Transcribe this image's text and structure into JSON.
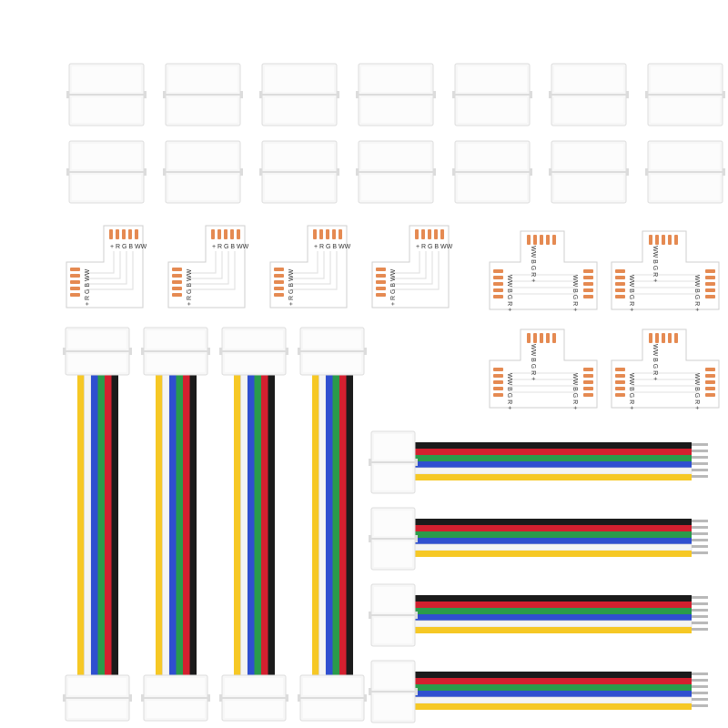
{
  "product": {
    "kind": "LED strip connector kit",
    "strip_labels": {
      "l_shape": "+ R G B WW",
      "t_shape": "WW B G R +"
    }
  },
  "parts": {
    "straight_clips": {
      "rows": 2,
      "per_row": 7
    },
    "l_connectors": 4,
    "t_connectors": 4,
    "vertical_cables": 4,
    "horizontal_cables": 4
  },
  "colors": {
    "plastic": "#f7f7f7",
    "plastic_shadow": "#dcdcdc",
    "pcb": "#ffffff",
    "pad": "#e58a52",
    "wire_red": "#d3202f",
    "wire_green": "#2a9b4b",
    "wire_blue": "#2f4fd0",
    "wire_white": "#f4f4f4",
    "wire_yellow": "#f6c825",
    "wire_black": "#1b1b1b"
  },
  "cable_wire_orders": {
    "vertical": [
      [
        "wire_yellow",
        "wire_white",
        "wire_blue",
        "wire_green",
        "wire_red",
        "wire_black"
      ],
      [
        "wire_yellow",
        "wire_white",
        "wire_blue",
        "wire_green",
        "wire_red",
        "wire_black"
      ],
      [
        "wire_yellow",
        "wire_white",
        "wire_blue",
        "wire_green",
        "wire_red",
        "wire_black"
      ],
      [
        "wire_yellow",
        "wire_white",
        "wire_blue",
        "wire_green",
        "wire_red",
        "wire_black"
      ]
    ],
    "horizontal": [
      [
        "wire_black",
        "wire_red",
        "wire_green",
        "wire_blue",
        "wire_white",
        "wire_yellow"
      ],
      [
        "wire_black",
        "wire_red",
        "wire_green",
        "wire_blue",
        "wire_white",
        "wire_yellow"
      ],
      [
        "wire_black",
        "wire_red",
        "wire_green",
        "wire_blue",
        "wire_white",
        "wire_yellow"
      ],
      [
        "wire_black",
        "wire_red",
        "wire_green",
        "wire_blue",
        "wire_white",
        "wire_yellow"
      ]
    ]
  }
}
